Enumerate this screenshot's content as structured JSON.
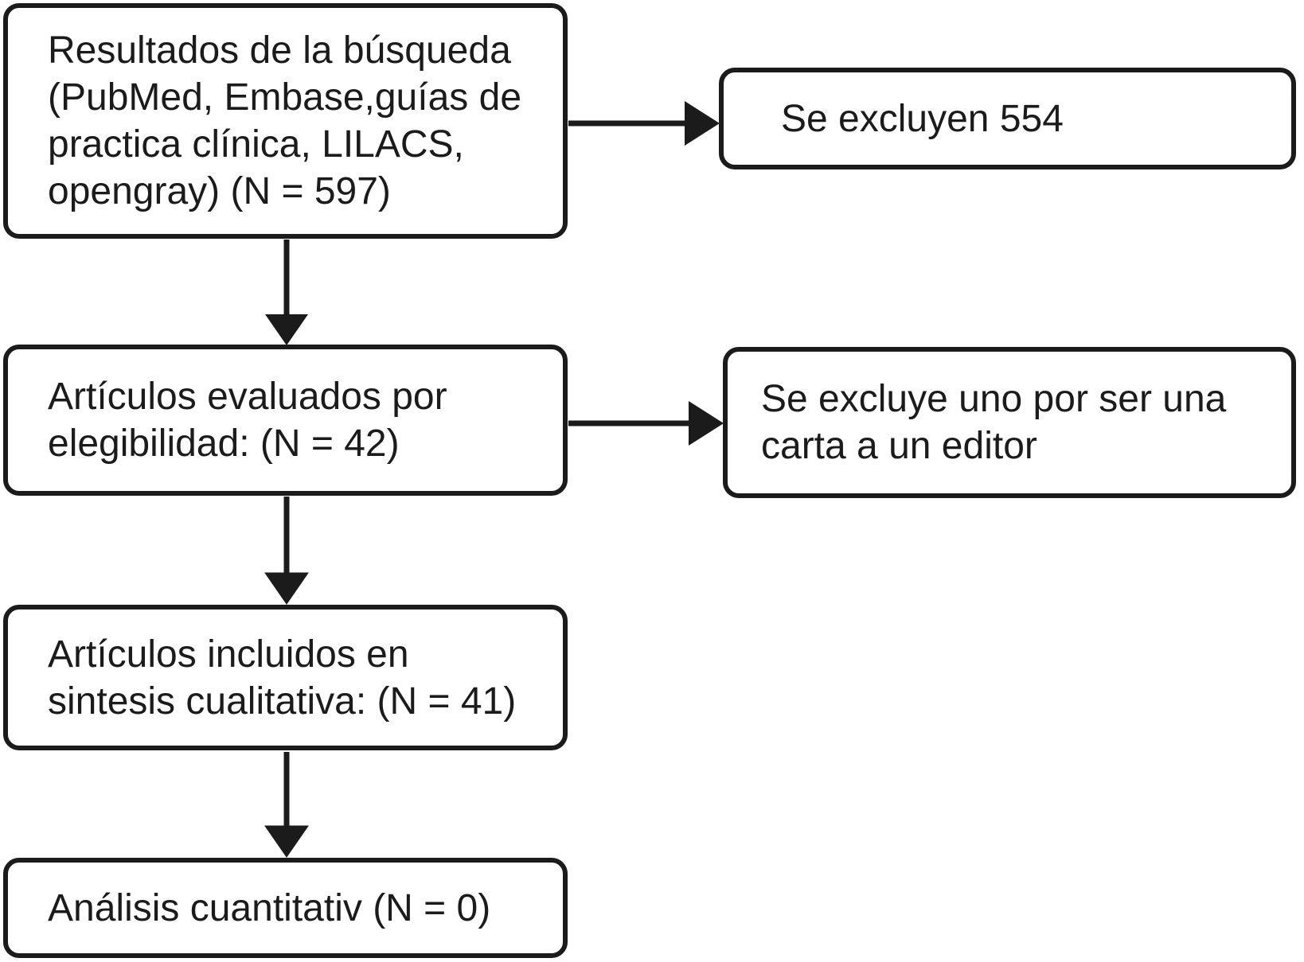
{
  "diagram": {
    "type": "flowchart",
    "title": "",
    "accent_color": "#1b1b1b",
    "background_color": "#ffffff",
    "boxes": [
      {
        "id": "search-results",
        "lines": [
          "Resultados de la búsqueda",
          "(PubMed, Embase,guías de",
          "practica clínica, LILACS,",
          "opengray) (N = 597)"
        ],
        "n": 597
      },
      {
        "id": "excluded-554",
        "lines": [
          "Se excluyen 554"
        ],
        "n": 554
      },
      {
        "id": "eligibility",
        "lines": [
          "Artículos evaluados por",
          "elegibilidad: (N = 42)"
        ],
        "n": 42
      },
      {
        "id": "excluded-letter",
        "lines": [
          "Se excluye uno por ser una",
          "carta a un editor"
        ],
        "n": 1
      },
      {
        "id": "qualitative",
        "lines": [
          "Artículos incluidos en",
          "sintesis cualitativa: (N = 41)"
        ],
        "n": 41
      },
      {
        "id": "quantitative",
        "lines": [
          "Análisis cuantitativ (N = 0)"
        ],
        "n": 0
      }
    ],
    "arrows": [
      {
        "from": "search-results",
        "to": "excluded-554",
        "direction": "right"
      },
      {
        "from": "search-results",
        "to": "eligibility",
        "direction": "down"
      },
      {
        "from": "eligibility",
        "to": "excluded-letter",
        "direction": "right"
      },
      {
        "from": "eligibility",
        "to": "qualitative",
        "direction": "down"
      },
      {
        "from": "qualitative",
        "to": "quantitative",
        "direction": "down"
      }
    ]
  }
}
